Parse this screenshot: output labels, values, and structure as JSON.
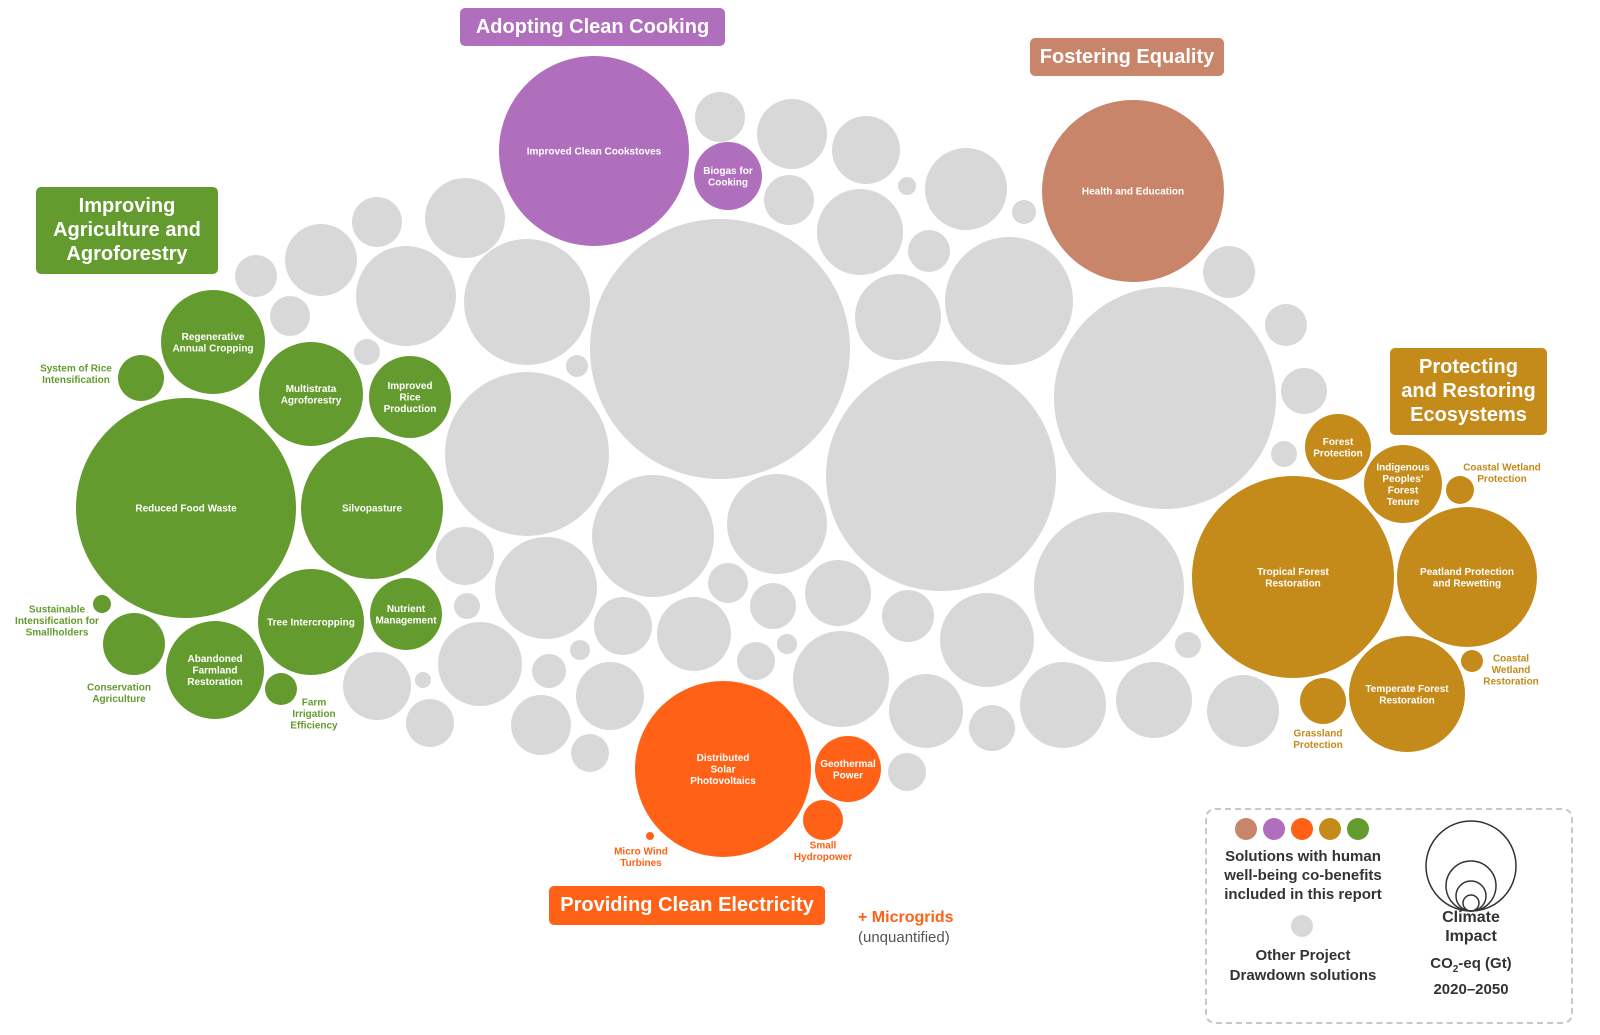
{
  "colors": {
    "grey": "#d8d8d8",
    "agriculture": "#649b2e",
    "cooking": "#b06fbc",
    "equality": "#c8856a",
    "electricity": "#ff6116",
    "ecosystems": "#c48a1a",
    "legend_outline": "#333333"
  },
  "groups": [
    {
      "title": "Improving Agriculture and Agroforestry",
      "color": "#649b2e",
      "solutions": [
        {
          "name": "Regenerative Annual Cropping",
          "lines": [
            "Regenerative",
            "Annual Cropping"
          ],
          "inside": true
        },
        {
          "name": "System of Rice Intensification",
          "lines": [
            "System of Rice",
            "Intensification"
          ],
          "inside": false
        },
        {
          "name": "Multistrata Agroforestry",
          "lines": [
            "Multistrata",
            "Agroforestry"
          ],
          "inside": true
        },
        {
          "name": "Improved Rice Production",
          "lines": [
            "Improved",
            "Rice",
            "Production"
          ],
          "inside": true
        },
        {
          "name": "Reduced Food Waste",
          "lines": [
            "Reduced Food Waste"
          ],
          "inside": true
        },
        {
          "name": "Silvopasture",
          "lines": [
            "Silvopasture"
          ],
          "inside": true
        },
        {
          "name": "Tree Intercropping",
          "lines": [
            "Tree Intercropping"
          ],
          "inside": true
        },
        {
          "name": "Nutrient Management",
          "lines": [
            "Nutrient",
            "Management"
          ],
          "inside": true
        },
        {
          "name": "Sustainable Intensification for Smallholders",
          "lines": [
            "Sustainable",
            "Intensification for",
            "Smallholders"
          ],
          "inside": false
        },
        {
          "name": "Conservation Agriculture",
          "lines": [
            "Conservation",
            "Agriculture"
          ],
          "inside": false
        },
        {
          "name": "Abandoned Farmland Restoration",
          "lines": [
            "Abandoned",
            "Farmland",
            "Restoration"
          ],
          "inside": true
        },
        {
          "name": "Farm Irrigation Efficiency",
          "lines": [
            "Farm",
            "Irrigation",
            "Efficiency"
          ],
          "inside": false
        }
      ]
    },
    {
      "title": "Adopting Clean Cooking",
      "color": "#b06fbc",
      "solutions": [
        {
          "name": "Improved Clean Cookstoves",
          "lines": [
            "Improved Clean Cookstoves"
          ],
          "inside": true
        },
        {
          "name": "Biogas for Cooking",
          "lines": [
            "Biogas for",
            "Cooking"
          ],
          "inside": true
        }
      ]
    },
    {
      "title": "Fostering Equality",
      "color": "#c8856a",
      "solutions": [
        {
          "name": "Health and Education",
          "lines": [
            "Health and Education"
          ],
          "inside": true
        }
      ]
    },
    {
      "title": "Protecting and Restoring Ecosystems",
      "color": "#c48a1a",
      "solutions": [
        {
          "name": "Forest Protection",
          "lines": [
            "Forest",
            "Protection"
          ],
          "inside": true
        },
        {
          "name": "Indigenous Peoples' Forest Tenure",
          "lines": [
            "Indigenous",
            "Peoples’",
            "Forest",
            "Tenure"
          ],
          "inside": true
        },
        {
          "name": "Coastal Wetland Protection",
          "lines": [
            "Coastal Wetland",
            "Protection"
          ],
          "inside": false
        },
        {
          "name": "Tropical Forest Restoration",
          "lines": [
            "Tropical Forest",
            "Restoration"
          ],
          "inside": true
        },
        {
          "name": "Peatland Protection and Rewetting",
          "lines": [
            "Peatland Protection",
            "and Rewetting"
          ],
          "inside": true
        },
        {
          "name": "Coastal Wetland Restoration",
          "lines": [
            "Coastal",
            "Wetland",
            "Restoration"
          ],
          "inside": false
        },
        {
          "name": "Temperate Forest Restoration",
          "lines": [
            "Temperate Forest",
            "Restoration"
          ],
          "inside": true
        },
        {
          "name": "Grassland Protection",
          "lines": [
            "Grassland",
            "Protection"
          ],
          "inside": false
        }
      ]
    },
    {
      "title": "Providing Clean Electricity",
      "color": "#ff6116",
      "solutions": [
        {
          "name": "Distributed Solar Photovoltaics",
          "lines": [
            "Distributed",
            "Solar",
            "Photovoltaics"
          ],
          "inside": true
        },
        {
          "name": "Geothermal Power",
          "lines": [
            "Geothermal",
            "Power"
          ],
          "inside": true
        },
        {
          "name": "Small Hydropower",
          "lines": [
            "Small",
            "Hydropower"
          ],
          "inside": false
        },
        {
          "name": "Micro Wind Turbines",
          "lines": [
            "Micro Wind",
            "Turbines"
          ],
          "inside": false
        }
      ]
    }
  ],
  "microgrids": {
    "label": "+ Microgrids",
    "note": "(unquantified)"
  },
  "legend": {
    "cobenefit_text": [
      "Solutions with human",
      "well-being co-benefits",
      "included in this report"
    ],
    "other_text": [
      "Other Project",
      "Drawdown solutions"
    ],
    "impact_title": [
      "Climate",
      "Impact"
    ],
    "impact_unit_pre": "CO",
    "impact_unit_sub": "2",
    "impact_unit_post": "-eq (Gt)",
    "impact_years": "2020–2050"
  }
}
